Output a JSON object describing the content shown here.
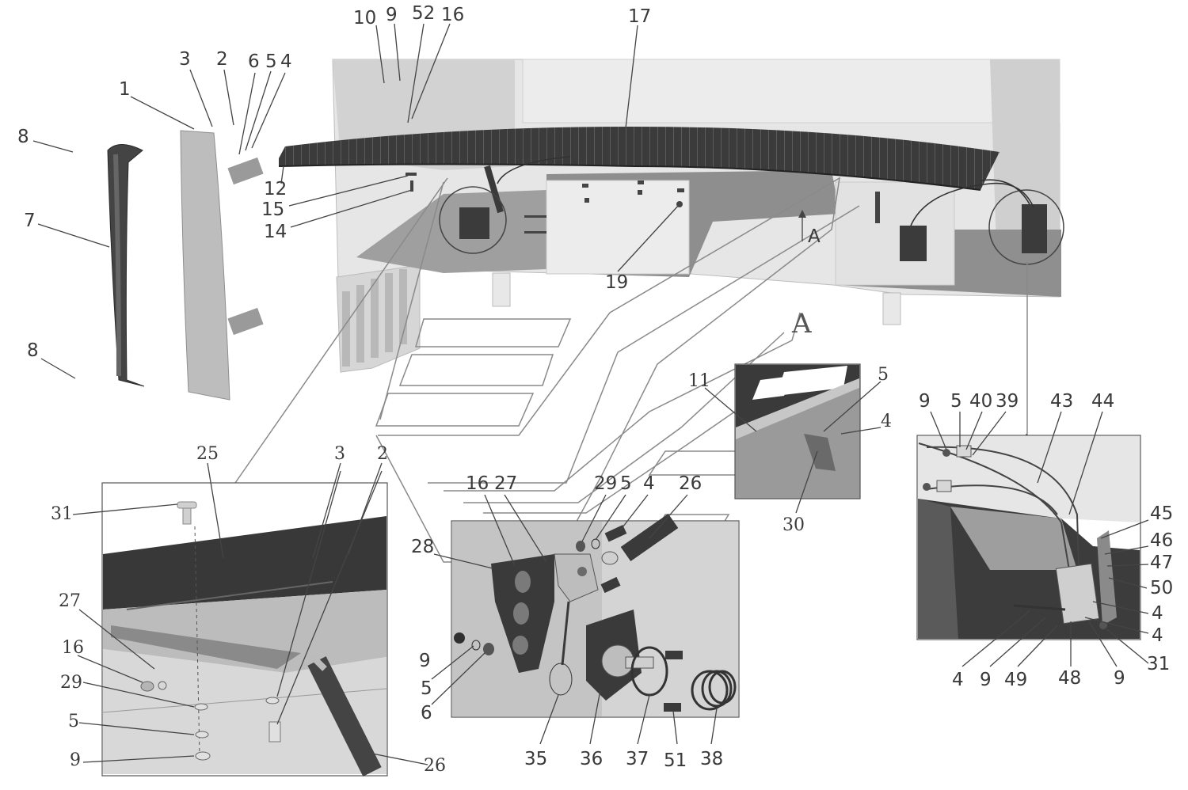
{
  "colors": {
    "panel_dark": "#3d3d3d",
    "panel_mid": "#a9a9a9",
    "panel_light": "#d9d9d9",
    "bg_light": "#eeeeee",
    "line": "#7a7a7a",
    "label": "#3a3a3a"
  },
  "view_marker": "A",
  "callouts": {
    "main": [
      "1",
      "2",
      "3",
      "6",
      "5",
      "4",
      "8",
      "7",
      "8",
      "10",
      "9",
      "52",
      "16",
      "17",
      "12",
      "15",
      "14",
      "19",
      "A"
    ],
    "detail_left": [
      "25",
      "3",
      "2",
      "31",
      "27",
      "16",
      "29",
      "5",
      "9",
      "26"
    ],
    "detail_center": [
      "16",
      "27",
      "29",
      "5",
      "4",
      "26",
      "28",
      "9",
      "5",
      "6",
      "35",
      "36",
      "37",
      "51",
      "38"
    ],
    "detail_a": [
      "11",
      "5",
      "4",
      "30"
    ],
    "detail_right": [
      "9",
      "5",
      "40",
      "39",
      "43",
      "44",
      "45",
      "46",
      "47",
      "50",
      "4",
      "4",
      "31",
      "9",
      "48",
      "49",
      "9",
      "4"
    ]
  }
}
